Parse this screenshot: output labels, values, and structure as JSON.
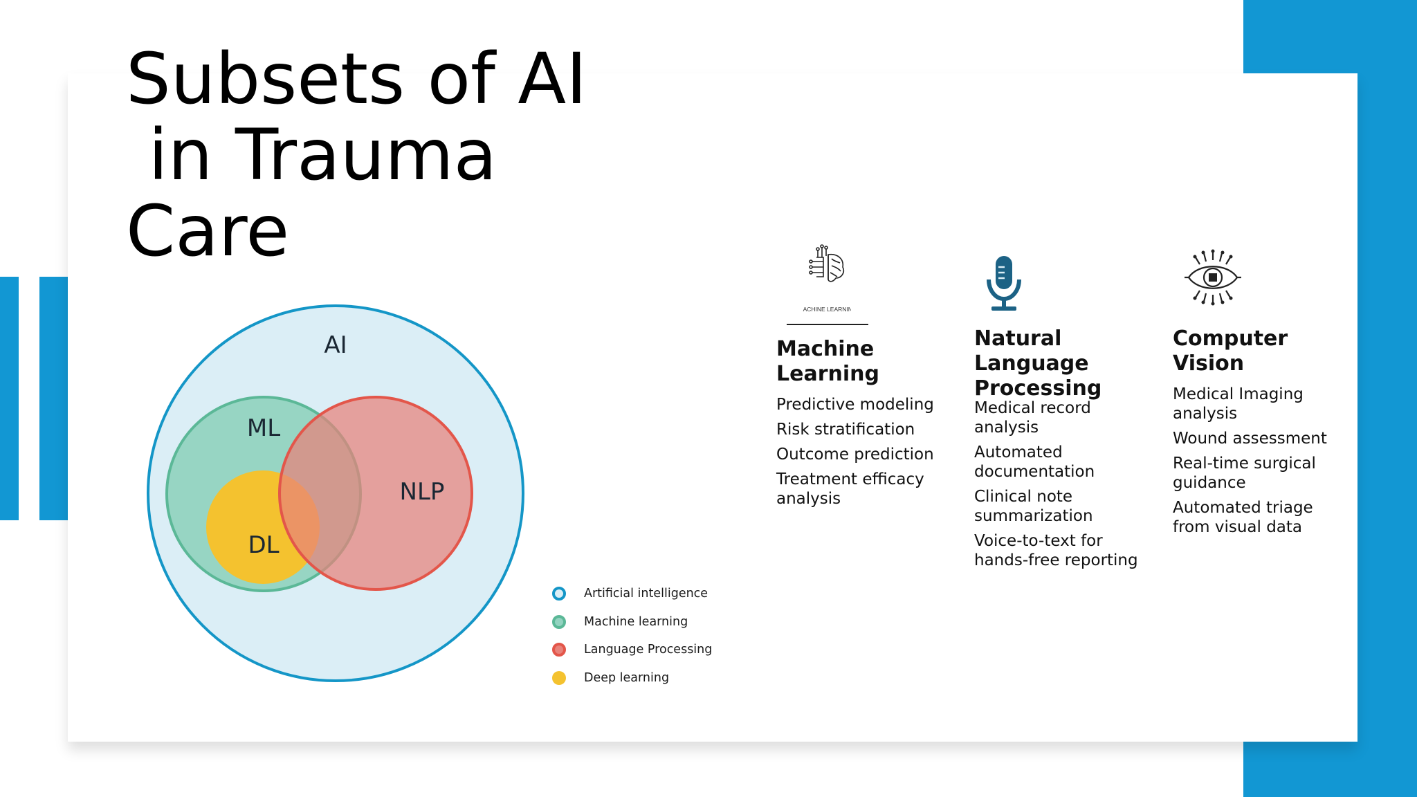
{
  "slide": {
    "title": "Subsets of AI\n in Trauma\nCare"
  },
  "diagram": {
    "labels": {
      "ai": "AI",
      "ml": "ML",
      "nlp": "NLP",
      "dl": "DL"
    },
    "colors": {
      "ai_fill": "#dbeef6",
      "ai_stroke": "#1496c7",
      "ml_fill": "#93d3c0",
      "ml_stroke": "#5bb897",
      "nlp_fill": "#e89892",
      "nlp_stroke": "#e3564a",
      "dl_fill": "#f4c22f"
    }
  },
  "legend": [
    {
      "label": "Artificial intelligence",
      "color": "#1496c7",
      "style": "ring"
    },
    {
      "label": "Machine learning",
      "color": "#93d3c0",
      "style": "filled"
    },
    {
      "label": "Language Processing",
      "color": "#e8827a",
      "style": "filled"
    },
    {
      "label": "Deep learning",
      "color": "#f4c22f",
      "style": "filled"
    }
  ],
  "columns": [
    {
      "icon": "brain-chip-icon",
      "icon_caption": "MACHINE LEARNING",
      "heading": "Machine\nLearning",
      "items": [
        "Predictive modeling",
        "Risk stratification",
        "Outcome prediction",
        "Treatment efficacy analysis"
      ]
    },
    {
      "icon": "microphone-icon",
      "heading": "Natural\nLanguage\nProcessing",
      "items": [
        "Medical record analysis",
        "Automated documentation",
        "Clinical note summarization",
        "Voice-to-text for hands-free reporting"
      ]
    },
    {
      "icon": "eye-chip-icon",
      "heading": "Computer\nVision",
      "items": [
        "Medical Imaging analysis",
        "Wound assessment",
        "Real-time surgical guidance",
        "Automated triage from visual data"
      ]
    }
  ],
  "theme": {
    "accent": "#1297d3",
    "mic_color": "#1c6285"
  }
}
